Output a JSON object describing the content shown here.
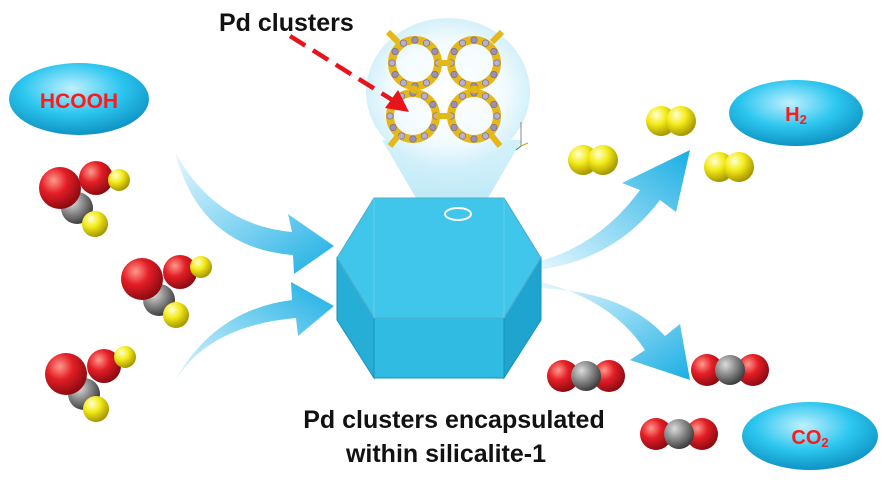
{
  "labels": {
    "pd_clusters": "Pd clusters",
    "reactant": "HCOOH",
    "product_h2_main": "H",
    "product_h2_sub": "2",
    "product_co2_main": "CO",
    "product_co2_sub": "2",
    "caption_line1": "Pd clusters encapsulated",
    "caption_line2": "within silicalite-1"
  },
  "colors": {
    "oxygen": "#e41e26",
    "carbon": "#8a8a8a",
    "hydrogen": "#f2ea1c",
    "ellipse_fill": "#2cc6ef",
    "label_text": "#ff1a1a",
    "arrow": "#31b6e7",
    "crystal_top": "#3fc6ea",
    "crystal_side": "#27b5dd",
    "pointer": "#e8141c"
  },
  "icons": {
    "formic_acid": "hcooh-molecule-icon",
    "hydrogen": "h2-molecule-icon",
    "carbon_dioxide": "co2-molecule-icon",
    "catalyst": "hexagonal-prism-crystal-icon",
    "framework": "zeolite-framework-icon"
  }
}
